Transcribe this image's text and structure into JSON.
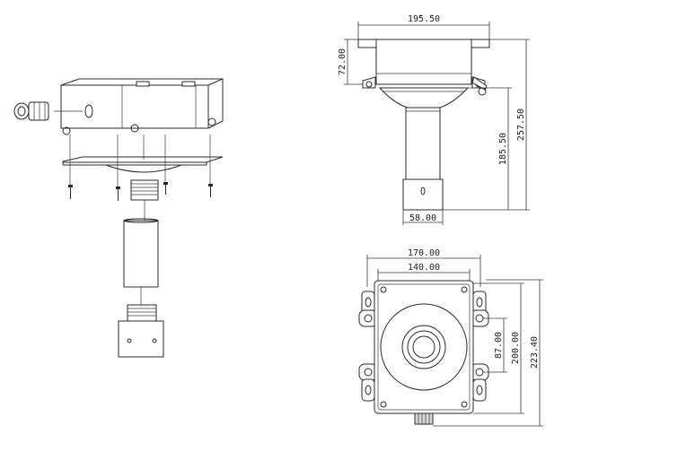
{
  "dimensions": {
    "top_width": "195.50",
    "box_height": "72.00",
    "pole_height": "185.50",
    "total_height": "257.50",
    "pole_diameter": "58.00",
    "plate_width_outer": "170.00",
    "plate_width_inner": "140.00",
    "hole_spacing": "87.00",
    "plate_height_inner": "200.00",
    "plate_height_outer": "223.40"
  },
  "views": [
    "exploded-view",
    "side-elevation-view",
    "top-plan-view"
  ],
  "colors": {
    "line": "#2a2a2a",
    "background": "#ffffff"
  }
}
